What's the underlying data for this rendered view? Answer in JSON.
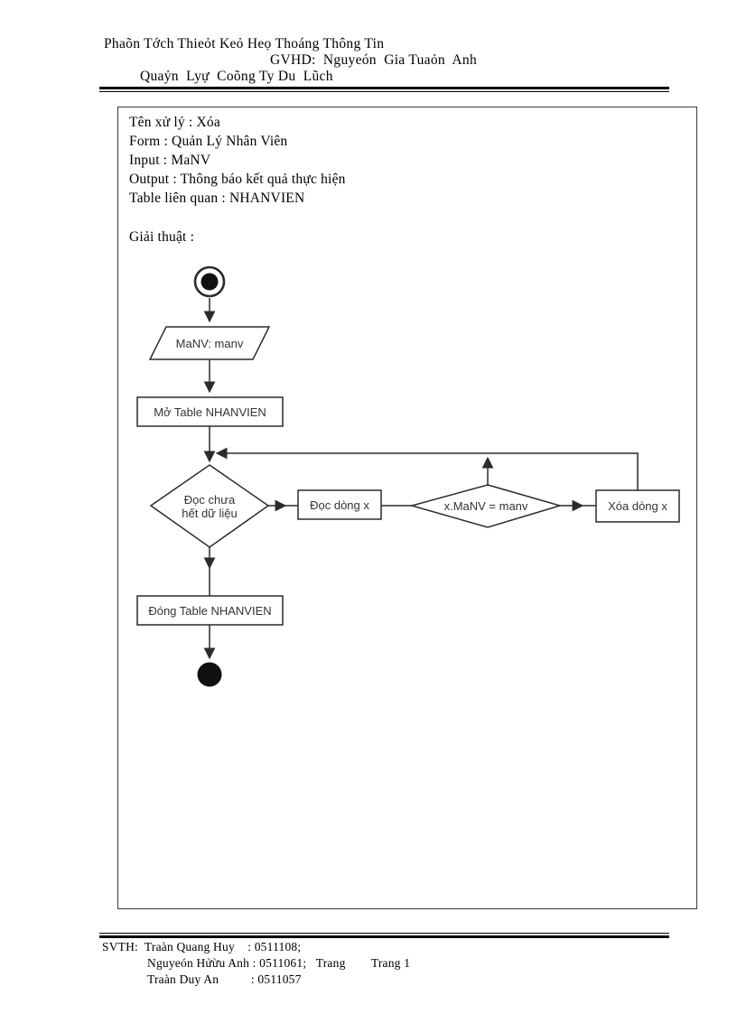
{
  "header": {
    "line1": "Phaõn Tớch Thieỏt Keỏ Heọ Thoáng Thông Tin",
    "line2": "GVHD:  Nguyeón  Gia Tuaỏn  Anh",
    "line3": "Quaỷn  Lyự  Coõng Ty Du  Lũch"
  },
  "process_info": {
    "name": "Tên xử lý : Xóa",
    "form": "Form : Quản Lý  Nhân Viên",
    "input": "Input :  MaNV",
    "output": "Output :  Thông báo kết quả  thực hiện",
    "table": "Table liên quan :  NHANVIEN",
    "algorithm_heading": "Giải thuật :"
  },
  "flowchart": {
    "input_node": "MaNV: manv",
    "open_table": "Mở Table NHANVIEN",
    "decision_read_line1": "Đọc chưa",
    "decision_read_line2": "hết dữ liệu",
    "read_row": "Đọc dòng x",
    "decision_compare": "x.MaNV = manv",
    "delete_row": "Xóa dòng x",
    "close_table": "Đóng Table NHANVIEN",
    "line_color": "#2b2b2b"
  },
  "footer": {
    "line1": "SVTH:  Traàn Quang Huy    : 0511108;",
    "line2": "Nguyeón Hửừu Anh : 0511061;   Trang        Trang 1",
    "line3": "Traàn Duy An          : 0511057"
  }
}
